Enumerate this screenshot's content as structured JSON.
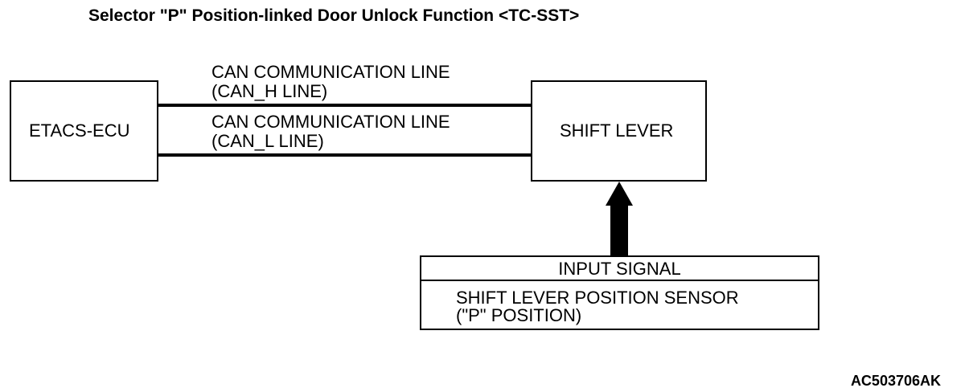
{
  "title": "Selector \"P\" Position-linked Door Unlock Function <TC-SST>",
  "etacs_box": {
    "label": "ETACS-ECU"
  },
  "shift_box": {
    "label": "SHIFT LEVER"
  },
  "can_h": {
    "line1": "CAN COMMUNICATION LINE",
    "line2": "(CAN_H LINE)"
  },
  "can_l": {
    "line1": "CAN COMMUNICATION LINE",
    "line2": "(CAN_L LINE)"
  },
  "input_signal": {
    "header": "INPUT SIGNAL",
    "line1": "SHIFT LEVER POSITION SENSOR",
    "line2": "(\"P\" POSITION)"
  },
  "figure_id": "AC503706AK",
  "colors": {
    "ink": "#000000",
    "background": "#ffffff"
  }
}
